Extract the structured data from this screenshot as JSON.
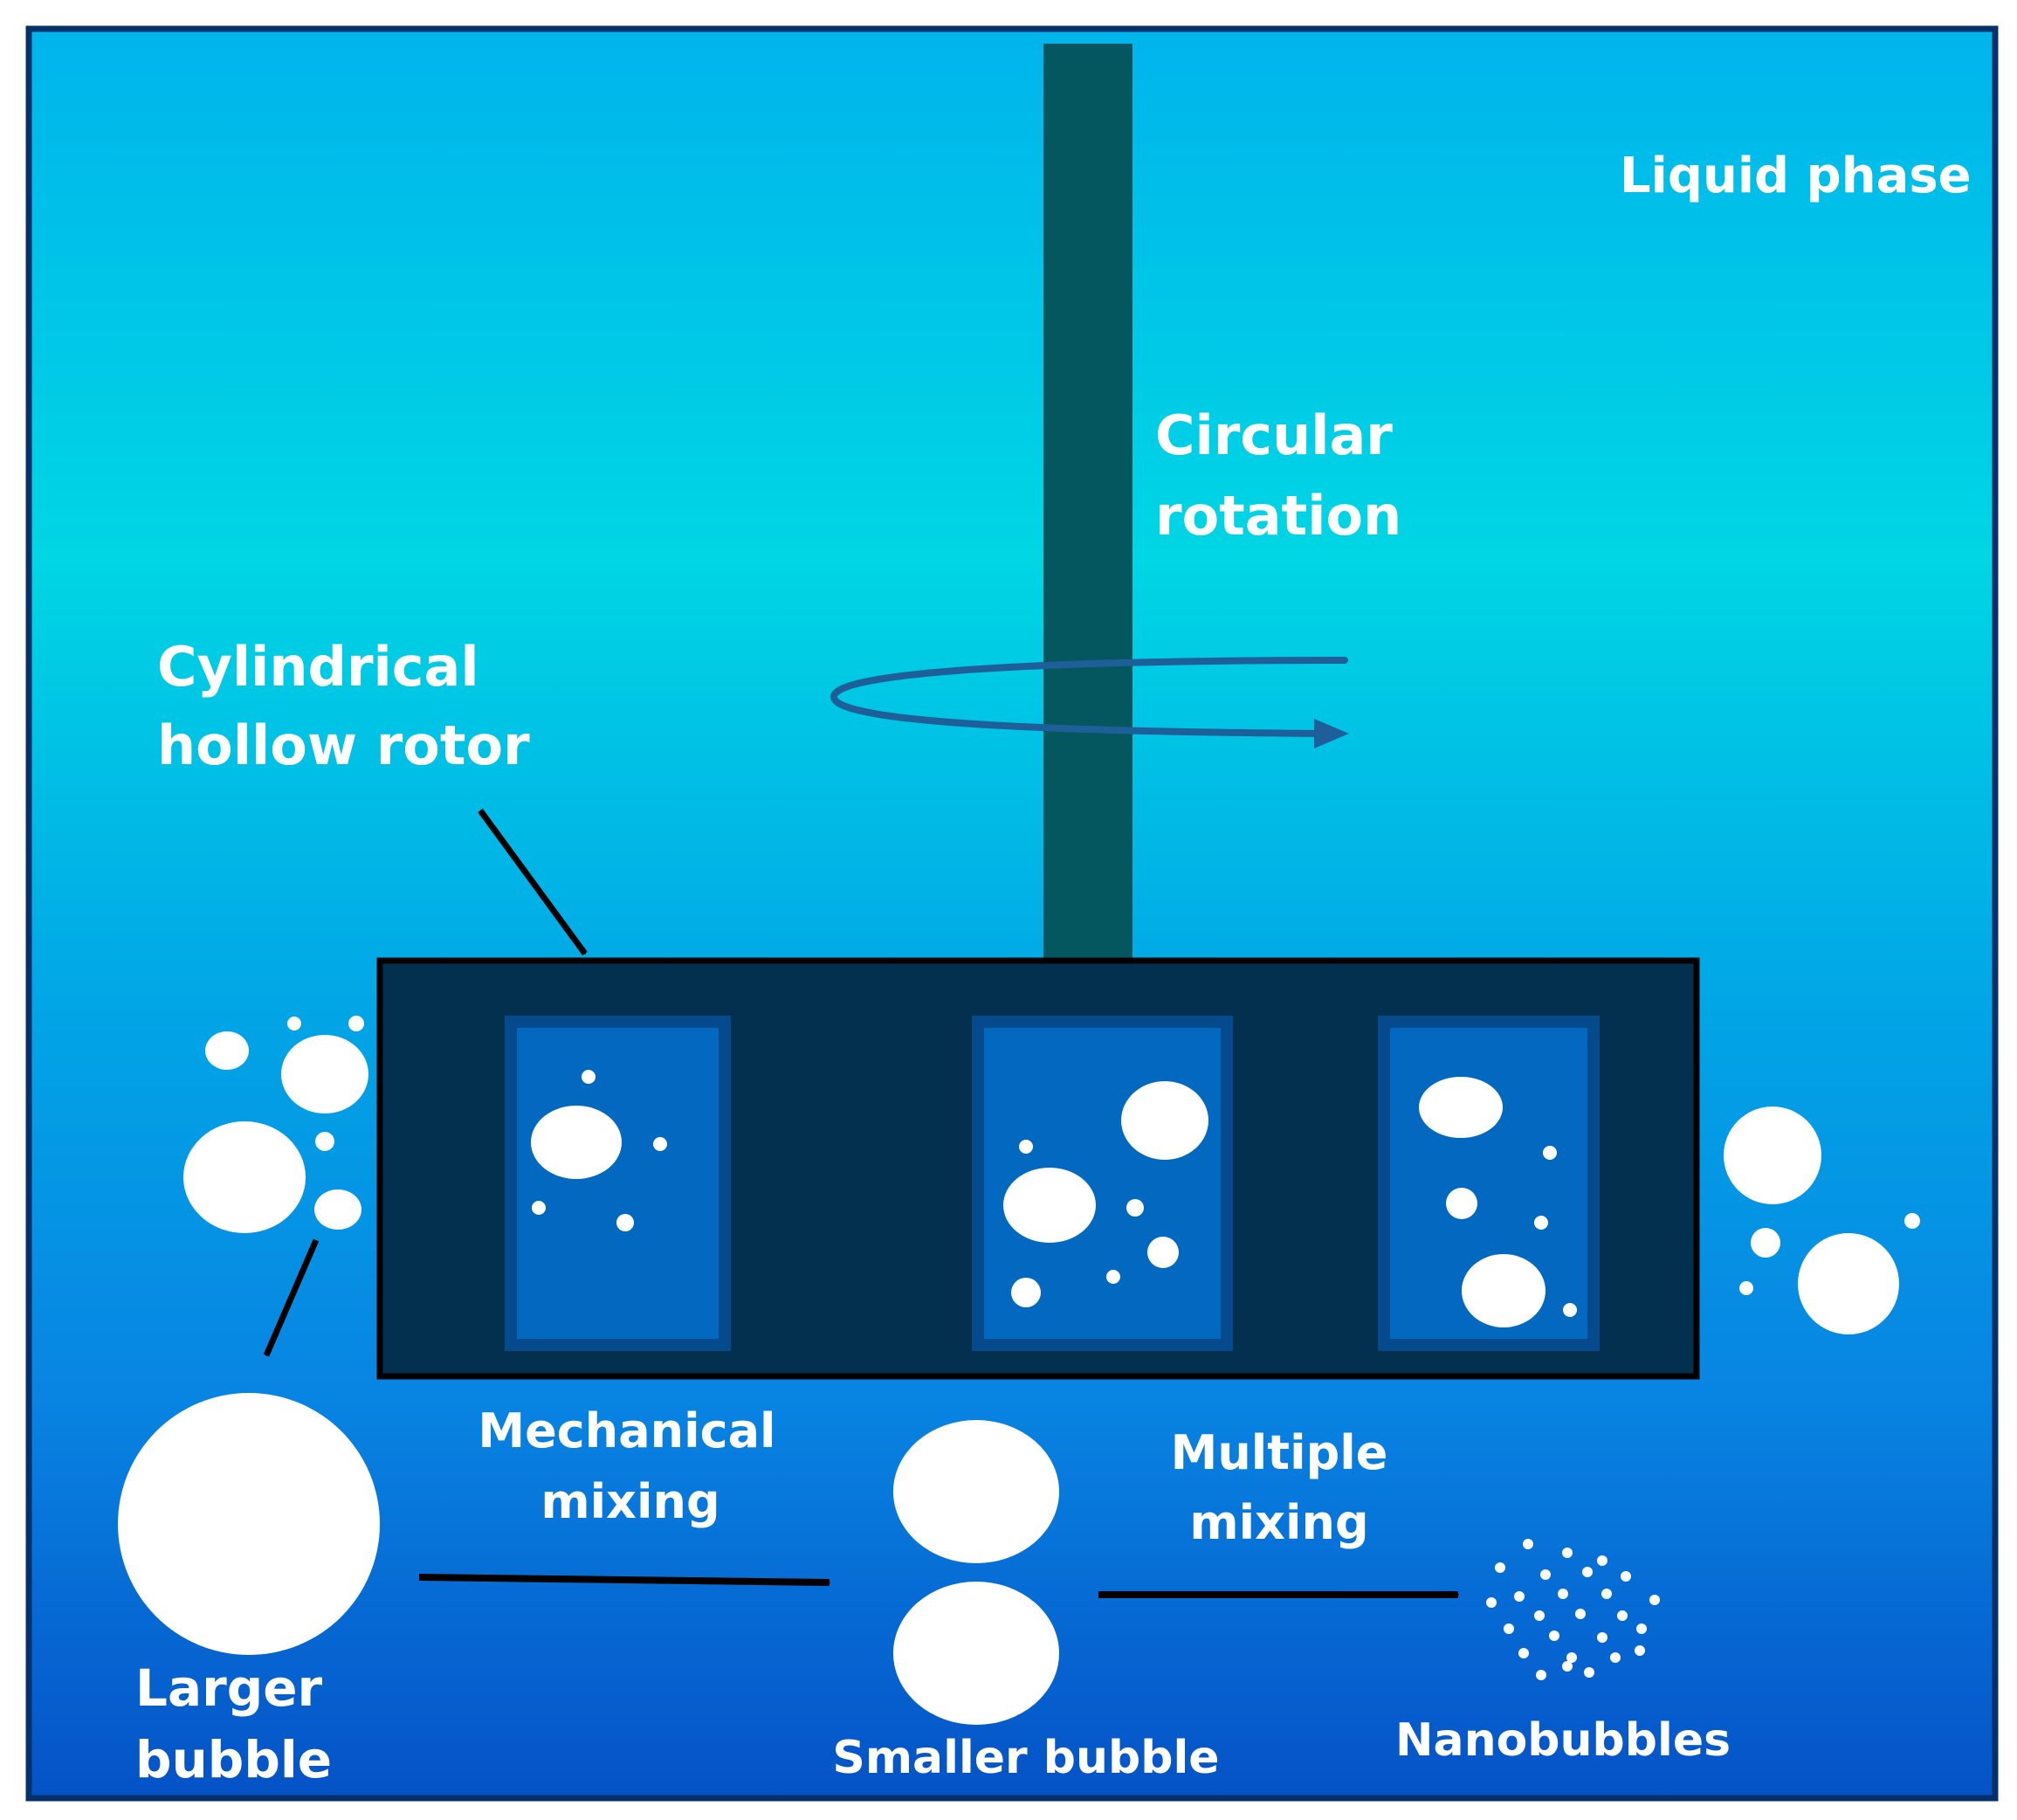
{
  "labels": {
    "liquid_phase": "Liquid phase",
    "circular_rotation_line1": "Circular",
    "circular_rotation_line2": "rotation",
    "rotor_line1": "Cylindrical",
    "rotor_line2": "hollow rotor",
    "mechanical_mixing_line1": "Mechanical",
    "mechanical_mixing_line2": "mixing",
    "multiple_mixing_line1": "Multiple",
    "multiple_mixing_line2": "mixing",
    "larger_bubble_line1": "Larger",
    "larger_bubble_line2": "bubble",
    "smaller_bubble": "Smaller bubble",
    "nanobubbles": "Nanobubbles"
  },
  "colors": {
    "liquid_top": "#00b8ea",
    "liquid_mid": "#00d2e6",
    "liquid_bottom": "#0555c8",
    "shaft": "#05575f",
    "rotor_body": "#03304e",
    "rotor_window": "#0368bf",
    "bubble": "#ffffff",
    "arrow": "#000000",
    "rotation_arrow": "#1f5f99"
  }
}
